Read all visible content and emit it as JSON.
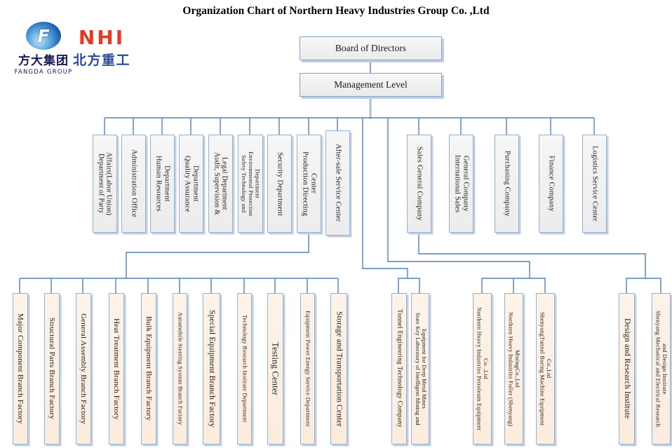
{
  "title": "Organization Chart of Northern Heavy Industries  Group Co. ,Ltd",
  "logos": {
    "fangda": {
      "symbol": "F",
      "cn": "方大集团",
      "en": "FANGDA GROUP"
    },
    "nhi": {
      "en": "NHI",
      "cn": "北方重工"
    }
  },
  "colors": {
    "connector_line": "#4f81bd",
    "connector_light": "#a7c1de",
    "box_border": "#8fb2d8",
    "box_fill_gray": "#f1f1f1",
    "box_fill_peach": "#fcefe2",
    "nhi_red": "#e63a26",
    "nhi_blue": "#2a4a9b",
    "fangda_navy": "#171a56"
  },
  "top": {
    "board": {
      "label": "Board of Directors"
    },
    "management": {
      "label": "Management Level"
    }
  },
  "level2": {
    "items": [
      {
        "label": "Department of Party\nAffairs(Labor Union)"
      },
      {
        "label": "Administration Office"
      },
      {
        "label": "Human Resources\nDepartment"
      },
      {
        "label": "Quality Assurance\nDepartment"
      },
      {
        "label": "Audit, Supervision &\nLegal Department"
      },
      {
        "label": "Safety Technology and\nEnvironmental Protection\nDepartment"
      },
      {
        "label": "Security Department"
      },
      {
        "label": "Production Directing\nCenter"
      },
      {
        "label": "After-sale Service Center"
      },
      {
        "label": "Sales General Company"
      },
      {
        "label": "International Sales\nGeneral Company"
      },
      {
        "label": "Purchasing Company"
      },
      {
        "label": "Finance Company"
      },
      {
        "label": "Logistics Service Center"
      }
    ]
  },
  "level3": {
    "production_group": {
      "items": [
        {
          "label": "Major Component Branch Factory"
        },
        {
          "label": "Structural Parts Branch Factory"
        },
        {
          "label": "General Assembly Branch Factory"
        },
        {
          "label": "Heat Treatment Branch Factory"
        },
        {
          "label": "Bulk Equipment Branch Factory"
        },
        {
          "label": "Automobile Steering System Branch Factory"
        },
        {
          "label": "Special Equipment Branch Factory"
        },
        {
          "label": "Technology Research Institute Department"
        },
        {
          "label": "Testing Center"
        },
        {
          "label": "Equipment Power Energy Service Department"
        },
        {
          "label": "Storage and Transportation Center"
        }
      ]
    },
    "tunnel_group": {
      "items": [
        {
          "label": "Tunnel Engineering Technology Company"
        },
        {
          "label": "State Key Laboratory of Intelligent Mining and\nEquipment for Deep Metal Mines"
        }
      ]
    },
    "subsidiary_group": {
      "items": [
        {
          "label": "Northern Heavy Industries Petroleum Equipment\nCo. ,Ltd"
        },
        {
          "label": "Northern Heavy Industries Fuller (Shenyang)\nMiningCo.,Ltd"
        },
        {
          "label": "ShenyangTunnel Boring Machine Equipment\nCo.,Ltd"
        }
      ]
    },
    "design_group": {
      "items": [
        {
          "label": "Design and Research Institute"
        },
        {
          "label": "Shenyang Mechanical and Electrical Research\nand Design Institute"
        }
      ]
    }
  }
}
